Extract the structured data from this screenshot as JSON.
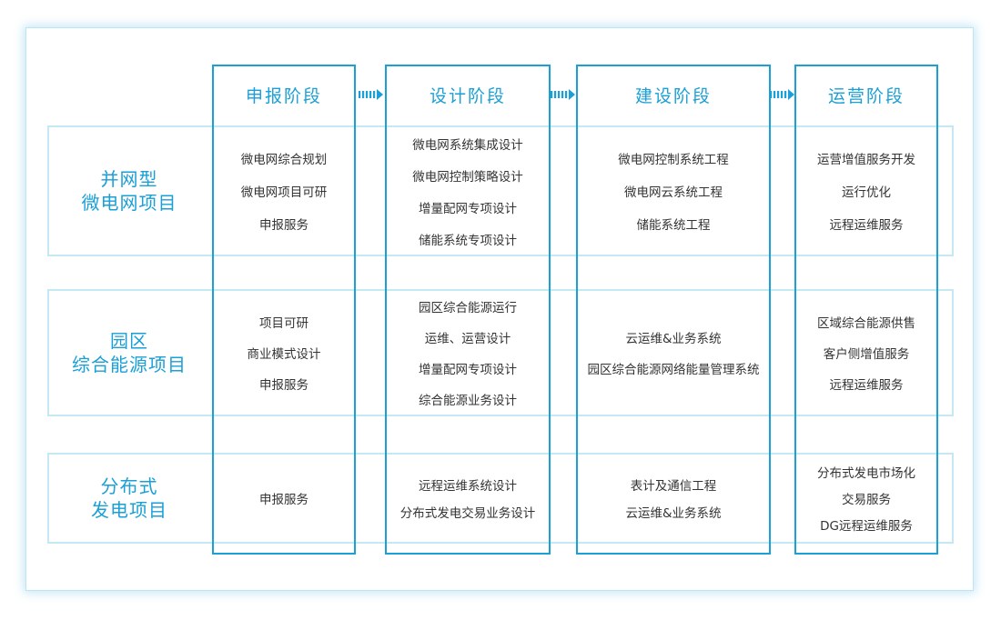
{
  "stages": [
    {
      "label": "申报阶段"
    },
    {
      "label": "设计阶段"
    },
    {
      "label": "建设阶段"
    },
    {
      "label": "运营阶段"
    }
  ],
  "rows": [
    {
      "label_lines": [
        "并网型",
        "微电网项目"
      ],
      "cells": [
        [
          "微电网综合规划",
          "微电网项目可研",
          "申报服务"
        ],
        [
          "微电网系统集成设计",
          "微电网控制策略设计",
          "增量配网专项设计",
          "储能系统专项设计"
        ],
        [
          "微电网控制系统工程",
          "微电网云系统工程",
          "储能系统工程"
        ],
        [
          "运营增值服务开发",
          "运行优化",
          "远程运维服务"
        ]
      ]
    },
    {
      "label_lines": [
        "园区",
        "综合能源项目"
      ],
      "cells": [
        [
          "项目可研",
          "商业模式设计",
          "申报服务"
        ],
        [
          "园区综合能源运行",
          "运维、运营设计",
          "增量配网专项设计",
          "综合能源业务设计"
        ],
        [
          "云运维&业务系统",
          "园区综合能源网络能量管理系统"
        ],
        [
          "区域综合能源供售",
          "客户侧增值服务",
          "远程运维服务"
        ]
      ]
    },
    {
      "label_lines": [
        "分布式",
        "发电项目"
      ],
      "cells": [
        [
          "申报服务"
        ],
        [
          "远程运维系统设计",
          "分布式发电交易业务设计"
        ],
        [
          "表计及通信工程",
          "云运维&业务系统"
        ],
        [
          "分布式发电市场化",
          "交易服务",
          "DG远程运维服务"
        ]
      ]
    }
  ],
  "colors": {
    "accent": "#1a9fd6",
    "band_border": "#c4e8f4",
    "text": "#333333"
  }
}
